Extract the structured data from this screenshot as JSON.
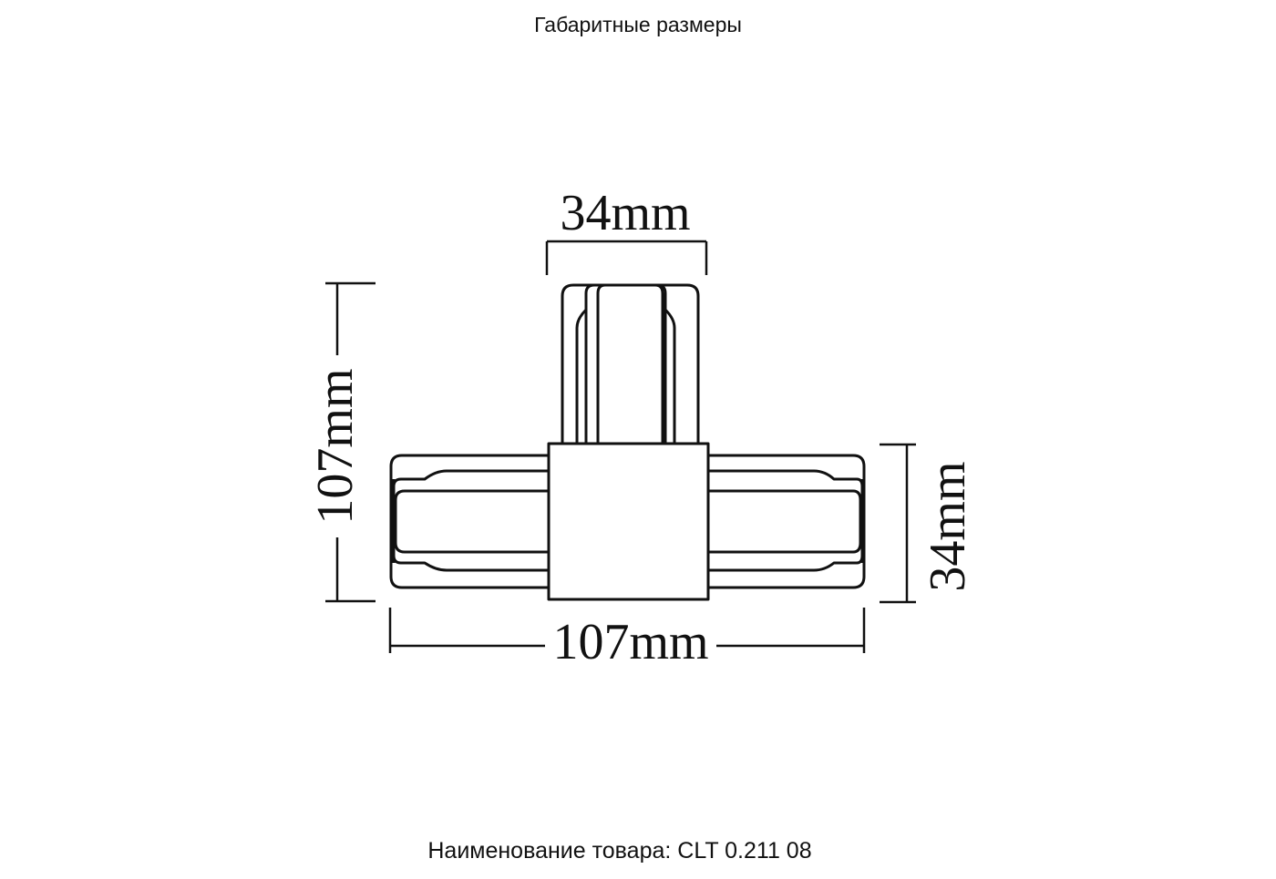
{
  "header": {
    "title": "Габаритные размеры"
  },
  "drawing": {
    "subject": "T-connector",
    "dimensions": {
      "top_width": "34mm",
      "left_height": "107mm",
      "right_height": "34mm",
      "bottom_width": "107mm"
    },
    "line_color": "#111111",
    "background": "#ffffff"
  },
  "footer": {
    "product_name": "Наименование товара: CLT 0.211 08"
  }
}
